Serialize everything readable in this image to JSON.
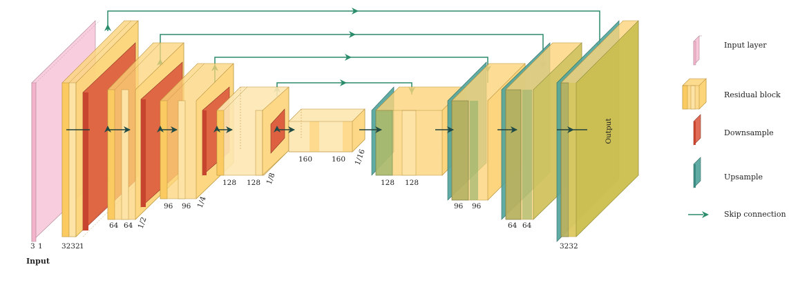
{
  "diagram": {
    "input_title": "Input",
    "output_label": "Output",
    "labels": {
      "in_ch": "3",
      "in_res": "1",
      "enc0_ch": "3232",
      "enc0_res": "1",
      "enc1_ch_a": "64",
      "enc1_ch_b": "64",
      "enc1_res": "1/2",
      "enc2_ch_a": "96",
      "enc2_ch_b": "96",
      "enc2_res": "1/4",
      "enc3_ch_a": "128",
      "enc3_ch_b": "128",
      "enc3_res": "1/8",
      "bot_ch_a": "160",
      "bot_ch_b": "160",
      "bot_res": "1/16",
      "dec3_ch_a": "128",
      "dec3_ch_b": "128",
      "dec2_ch_a": "96",
      "dec2_ch_b": "96",
      "dec1_ch_a": "64",
      "dec1_ch_b": "64",
      "dec0_ch": "3232"
    }
  },
  "legend": {
    "items": [
      {
        "label": "Input layer",
        "icon": "input-layer-icon"
      },
      {
        "label": "Residual block",
        "icon": "residual-block-icon"
      },
      {
        "label": "Downsample",
        "icon": "downsample-icon"
      },
      {
        "label": "Upsample",
        "icon": "upsample-icon"
      },
      {
        "label": "Skip connection",
        "icon": "skip-connection-icon"
      }
    ]
  },
  "colors": {
    "input": "#f7c6d9",
    "residual": "#fcd47a",
    "residual_light": "#fde7b3",
    "downsample": "#d9533a",
    "upsample": "#4fa39a",
    "skip": "#2a8c6a",
    "flow": "#1f3f3a"
  }
}
